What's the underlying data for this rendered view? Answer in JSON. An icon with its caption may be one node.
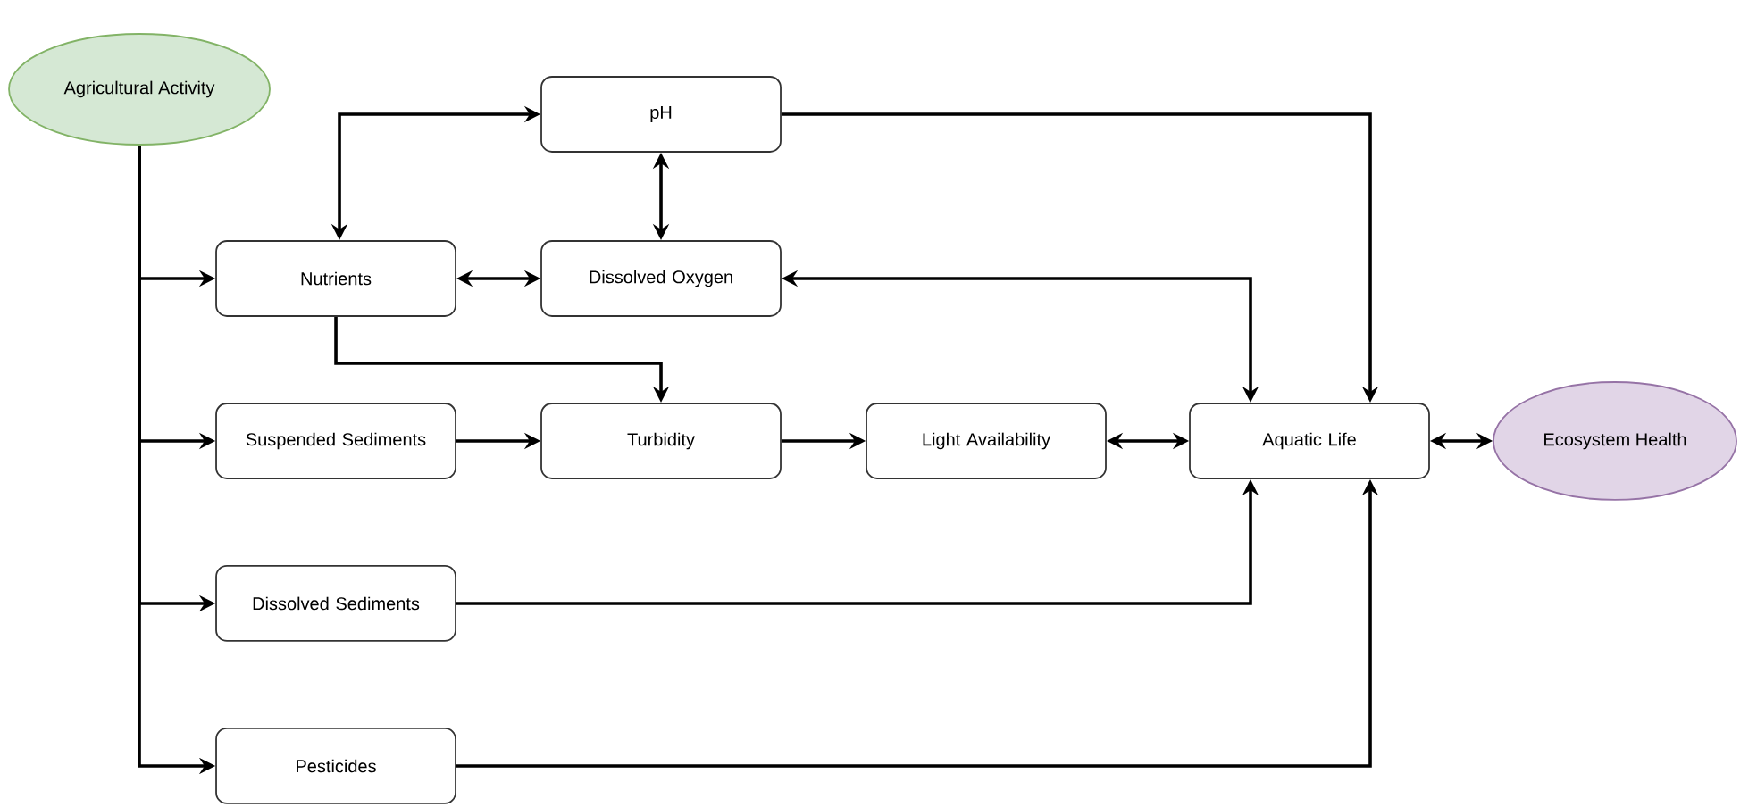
{
  "diagram": {
    "nodes": [
      {
        "text": [
          "Agricultural Activity"
        ]
      },
      {
        "text": [
          "pH"
        ]
      },
      {
        "text": [
          "Nutrients"
        ]
      },
      {
        "text": [
          "Dissolved Oxygen"
        ]
      },
      {
        "text": [
          "Suspended Sediments"
        ]
      },
      {
        "text": [
          "Turbidity"
        ]
      },
      {
        "text": [
          "Light Availability"
        ]
      },
      {
        "text": [
          "Aquatic Life"
        ]
      },
      {
        "text": [
          "Ecosystem Health"
        ]
      },
      {
        "text": [
          "Dissolved Sediments"
        ]
      },
      {
        "text": [
          "Pesticides"
        ]
      }
    ],
    "edges": [
      {
        "from": 0,
        "to": 2,
        "arrow": "to"
      },
      {
        "from": 0,
        "to": 4,
        "arrow": "to"
      },
      {
        "from": 0,
        "to": 9,
        "arrow": "to"
      },
      {
        "from": 0,
        "to": 10,
        "arrow": "to"
      },
      {
        "from": 2,
        "to": 1,
        "arrow": "both"
      },
      {
        "from": 1,
        "to": 3,
        "arrow": "both"
      },
      {
        "from": 2,
        "to": 3,
        "arrow": "both"
      },
      {
        "from": 3,
        "to": 7,
        "arrow": "both"
      },
      {
        "from": 1,
        "to": 7,
        "arrow": "to"
      },
      {
        "from": 2,
        "to": 5,
        "arrow": "to"
      },
      {
        "from": 4,
        "to": 5,
        "arrow": "to"
      },
      {
        "from": 5,
        "to": 6,
        "arrow": "to"
      },
      {
        "from": 6,
        "to": 7,
        "arrow": "both"
      },
      {
        "from": 7,
        "to": 8,
        "arrow": "both"
      },
      {
        "from": 9,
        "to": 7,
        "arrow": "to"
      },
      {
        "from": 10,
        "to": 7,
        "arrow": "to"
      }
    ]
  }
}
